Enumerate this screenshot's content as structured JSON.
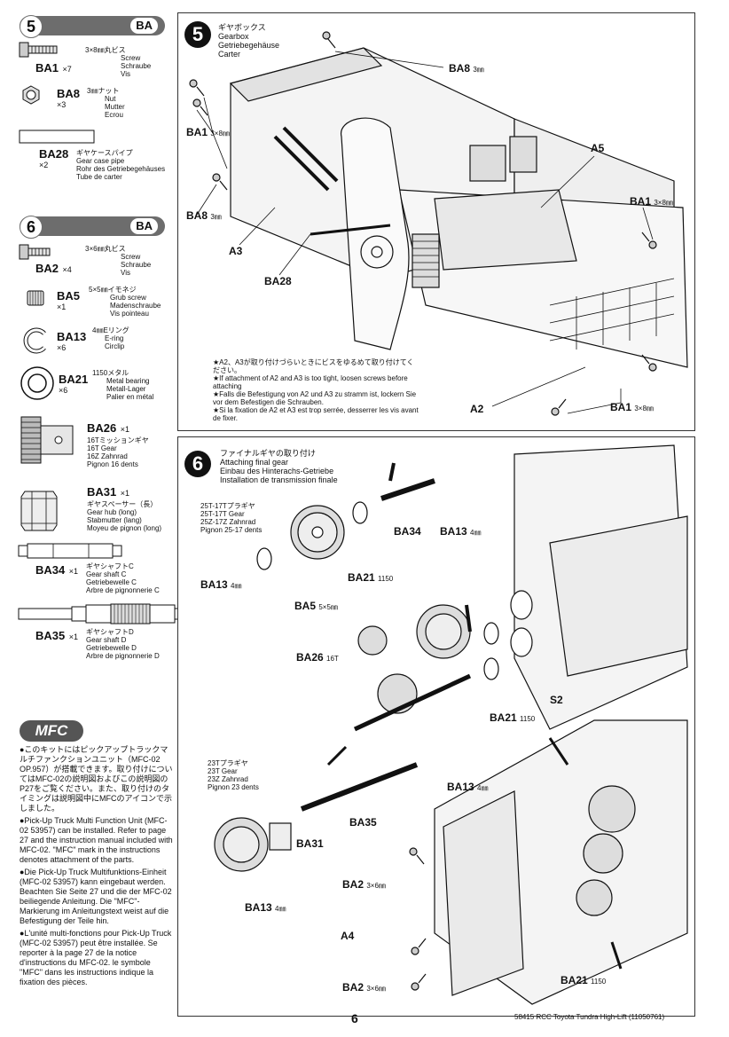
{
  "sidebar": {
    "step5": {
      "number": "5",
      "tag": "BA",
      "parts": [
        {
          "code": "BA1",
          "qty": "×7",
          "jp": "3×8㎜丸ビス",
          "en": "Screw",
          "de": "Schraube",
          "fr": "Vis"
        },
        {
          "code": "BA8",
          "qty": "×3",
          "jp": "3㎜ナット",
          "en": "Nut",
          "de": "Mutter",
          "fr": "Ecrou"
        },
        {
          "code": "BA28",
          "qty": "×2",
          "jp": "ギヤケースパイプ",
          "en": "Gear case pipe",
          "de": "Rohr des Getriebegehäuses",
          "fr": "Tube de carter"
        }
      ]
    },
    "step6": {
      "number": "6",
      "tag": "BA",
      "parts": [
        {
          "code": "BA2",
          "qty": "×4",
          "jp": "3×6㎜丸ビス",
          "en": "Screw",
          "de": "Schraube",
          "fr": "Vis"
        },
        {
          "code": "BA5",
          "qty": "×1",
          "jp": "5×5㎜イモネジ",
          "en": "Grub screw",
          "de": "Madenschraube",
          "fr": "Vis pointeau"
        },
        {
          "code": "BA13",
          "qty": "×6",
          "jp": "4㎜Eリング",
          "en": "E-ring",
          "de": "Circlip",
          "fr": ""
        },
        {
          "code": "BA21",
          "qty": "×6",
          "jp": "1150メタル",
          "en": "Metal bearing",
          "de": "Metall-Lager",
          "fr": "Palier en métal"
        },
        {
          "code": "BA26",
          "qty": "×1",
          "jp": "16Tミッションギヤ",
          "en": "16T Gear",
          "de": "16Z Zahnrad",
          "fr": "Pignon 16 dents"
        },
        {
          "code": "BA31",
          "qty": "×1",
          "jp": "ギヤスペーサー（長）",
          "en": "Gear hub (long)",
          "de": "Stabmutter (lang)",
          "fr": "Moyeu de pignon (long)"
        },
        {
          "code": "BA34",
          "qty": "×1",
          "jp": "ギヤシャフトC",
          "en": "Gear shaft C",
          "de": "Getriebewelle C",
          "fr": "Arbre de pignonnerie C"
        },
        {
          "code": "BA35",
          "qty": "×1",
          "jp": "ギヤシャフトD",
          "en": "Gear shaft D",
          "de": "Getriebewelle D",
          "fr": "Arbre de pignonnerie D"
        }
      ]
    },
    "mfc": {
      "logo": "MFC",
      "paragraphs": [
        "●このキットにはピックアップトラックマルチファンクションユニット（MFC-02 OP.957）が搭載できます。取り付けについてはMFC-02の説明図およびこの説明図のP27をご覧ください。また、取り付けのタイミングは説明図中にMFCのアイコンで示しました。",
        "●Pick-Up Truck Multi Function Unit (MFC-02 53957) can be installed. Refer to page 27 and the instruction manual included with MFC-02. \"MFC\" mark in the instructions denotes attachment of the parts.",
        "●Die Pick-Up Truck Multifunktions-Einheit (MFC-02 53957) kann eingebaut werden. Beachten Sie Seite 27 und die der MFC-02 beiliegende Anleitung. Die \"MFC\"-Markierung im Anleitungstext weist auf die Befestigung der Teile hin.",
        "●L'unité multi-fonctions pour Pick-Up Truck (MFC-02 53957) peut être installée. Se reporter à la page 27 de la notice d'instructions du MFC-02. le symbole \"MFC\" dans les instructions indique la fixation des pièces."
      ]
    }
  },
  "step5": {
    "number": "5",
    "title_jp": "ギヤボックス",
    "title_en": "Gearbox",
    "title_de": "Getriebegehäuse",
    "title_fr": "Carter",
    "callouts": {
      "ba8_top": "BA8",
      "ba8_top_size": "3㎜",
      "ba1_left": "BA1",
      "ba1_left_size": "3×8㎜",
      "ba8_left": "BA8",
      "ba8_left_size": "3㎜",
      "a3": "A3",
      "ba28": "BA28",
      "a5": "A5",
      "ba1_right": "BA1",
      "ba1_right_size": "3×8㎜",
      "a2": "A2",
      "ba1_bottom": "BA1",
      "ba1_bottom_size": "3×8㎜"
    },
    "notes": [
      "★A2、A3が取り付けづらいときにビスをゆるめて取り付けてください。",
      "★If attachment of A2 and A3 is too tight, loosen screws before attaching",
      "★Falls die Befestigung von A2 und A3 zu stramm ist, lockern Sie vor dem Befestigen die Schrauben.",
      "★Si la fixation de A2 et A3 est trop serrée, desserrer les vis avant de fixer."
    ]
  },
  "step6": {
    "number": "6",
    "title_jp": "ファイナルギヤの取り付け",
    "title_en": "Attaching final gear",
    "title_de": "Einbau des Hinterachs-Getriebe",
    "title_fr": "Installation de transmission finale",
    "gear25": [
      "25T-17Tプラギヤ",
      "25T-17T Gear",
      "25Z-17Z Zahnrad",
      "Pignon 25-17 dents"
    ],
    "gear23": [
      "23Tプラギヤ",
      "23T Gear",
      "23Z Zahnrad",
      "Pignon 23 dents"
    ],
    "callouts": {
      "ba34": "BA34",
      "ba13_a": "BA13",
      "ba13_a_size": "4㎜",
      "ba21_a": "BA21",
      "ba21_a_size": "1150",
      "ba13_b": "BA13",
      "ba13_b_size": "4㎜",
      "ba5": "BA5",
      "ba5_size": "5×5㎜",
      "ba26": "BA26",
      "ba26_size": "16T",
      "s2": "S2",
      "ba21_b": "BA21",
      "ba21_b_size": "1150",
      "ba13_c": "BA13",
      "ba13_c_size": "4㎜",
      "ba35": "BA35",
      "ba31": "BA31",
      "ba13_d": "BA13",
      "ba13_d_size": "4㎜",
      "ba2_a": "BA2",
      "ba2_a_size": "3×6㎜",
      "a4": "A4",
      "ba2_b": "BA2",
      "ba2_b_size": "3×6㎜",
      "ba21_c": "BA21",
      "ba21_c_size": "1150"
    }
  },
  "footer": {
    "page": "6",
    "product": "58415 RCC Toyota Tundra High-Lift (11050761)"
  }
}
